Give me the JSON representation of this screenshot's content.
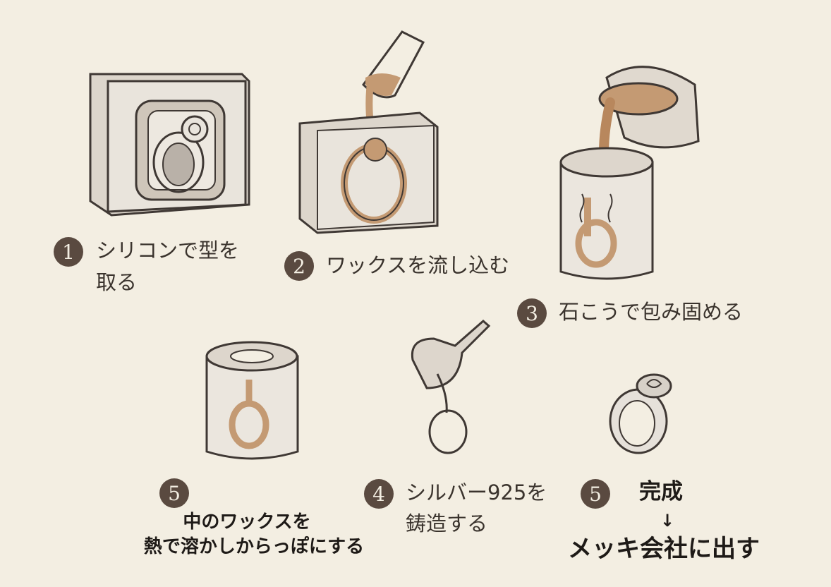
{
  "steps": [
    {
      "number": "1",
      "line1": "シリコンで型を",
      "line2": "取る"
    },
    {
      "number": "2",
      "line1": "ワックスを流し込む"
    },
    {
      "number": "3",
      "line1": "石こうで包み固める"
    },
    {
      "number": "5",
      "line1": "中のワックスを",
      "line2": "熱で溶かしからっぽにする"
    },
    {
      "number": "4",
      "line1": "シルバー925を",
      "line2": "鋳造する"
    },
    {
      "number": "5",
      "line1": "完成",
      "arrow": "↓",
      "line2": "メッキ会社に出す"
    }
  ],
  "colors": {
    "background": "#f3eee2",
    "badge": "#5a4a40",
    "wax": "#c49a73",
    "line": "#3f3834"
  }
}
